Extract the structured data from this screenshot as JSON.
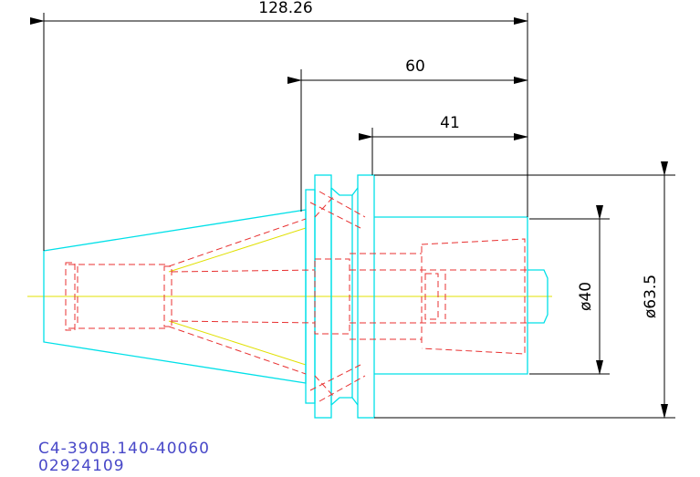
{
  "dimensions": {
    "overall_length": "128.26",
    "flange_length": "60",
    "body_length": "41",
    "inner_diameter": "ø40",
    "outer_diameter": "ø63.5"
  },
  "part": {
    "code": "C4-390B.140-40060",
    "number": "02924109"
  },
  "colors": {
    "outline": "#00e0e8",
    "hidden": "#e83030",
    "centerline": "#e0e000",
    "dimension": "#000000",
    "caption": "#4848c8"
  }
}
